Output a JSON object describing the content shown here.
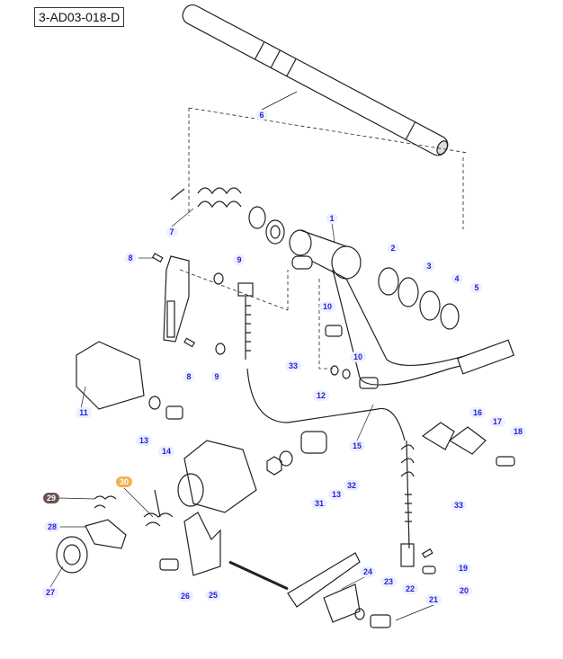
{
  "reference_code": "3-AD03-018-D",
  "callouts": {
    "p6": "6",
    "p7": "7",
    "p1": "1",
    "p2": "2",
    "p3": "3",
    "p4": "4",
    "p5": "5",
    "p8a": "8",
    "p9a": "9",
    "p10a": "10",
    "p8b": "8",
    "p9b": "9",
    "p33a": "33",
    "p12": "12",
    "p10b": "10",
    "p11": "11",
    "p13a": "13",
    "p14": "14",
    "p15": "15",
    "p16": "16",
    "p17": "17",
    "p18": "18",
    "p13b": "13",
    "p32": "32",
    "p31": "31",
    "p33b": "33",
    "p29": "29",
    "p30": "30",
    "p28": "28",
    "p27": "27",
    "p26": "26",
    "p25": "25",
    "p24": "24",
    "p23": "23",
    "p22": "22",
    "p21": "21",
    "p19": "19",
    "p20": "20"
  },
  "highlight_colors": {
    "p29": "#6b5150",
    "p30": "#f0b050"
  }
}
